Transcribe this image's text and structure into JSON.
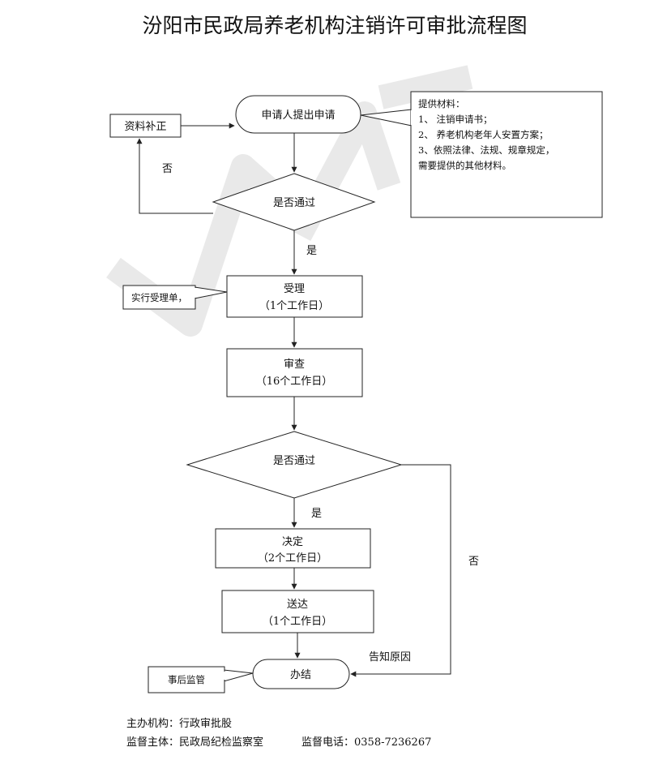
{
  "title": "汾阳市民政局养老机构注销许可审批流程图",
  "nodes": {
    "apply": "申请人提出申请",
    "supplement": "资料补正",
    "check1": "是否通过",
    "accept": {
      "label": "受理",
      "time": "（1个工作日）"
    },
    "review": {
      "label": "审查",
      "time": "（16个工作日）"
    },
    "check2": "是否通过",
    "decide": {
      "label": "决定",
      "time": "（2个工作日）"
    },
    "deliver": {
      "label": "送达",
      "time": "（1个工作日）"
    },
    "finish": "办结"
  },
  "callouts": {
    "materials": {
      "heading": "提供材料：",
      "items": [
        "1、 注销申请书；",
        "2、 养老机构老年人安置方案；",
        "3、依照法律、法规、规章规定，",
        "需要提供的其他材料。"
      ]
    },
    "accept_note": "实行受理单，",
    "supervision": "事后监管"
  },
  "edge_labels": {
    "no1": "否",
    "yes1": "是",
    "yes2": "是",
    "no2": "否",
    "reason": "告知原因"
  },
  "footer": {
    "organizer": "主办机构：行政审批股",
    "supervisor": "监督主体：民政局纪检监察室",
    "phone": "监督电话：0358-7236267"
  }
}
